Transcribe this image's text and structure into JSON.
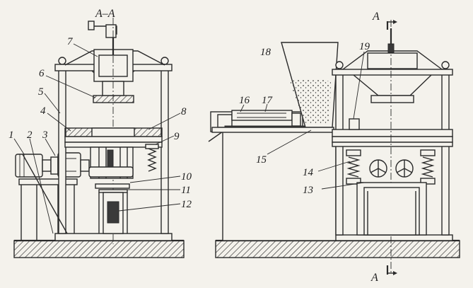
{
  "section_labels": {
    "left_title": "A–A",
    "cut_top": "A",
    "cut_bottom": "A"
  },
  "callouts": [
    "1",
    "2",
    "3",
    "4",
    "5",
    "6",
    "7",
    "8",
    "9",
    "10",
    "11",
    "12",
    "13",
    "14",
    "15",
    "16",
    "17",
    "18",
    "19"
  ],
  "colors": {
    "ink": "#2a2a2a",
    "paper": "#f4f2ec",
    "hatch": "#3a3a3a"
  }
}
